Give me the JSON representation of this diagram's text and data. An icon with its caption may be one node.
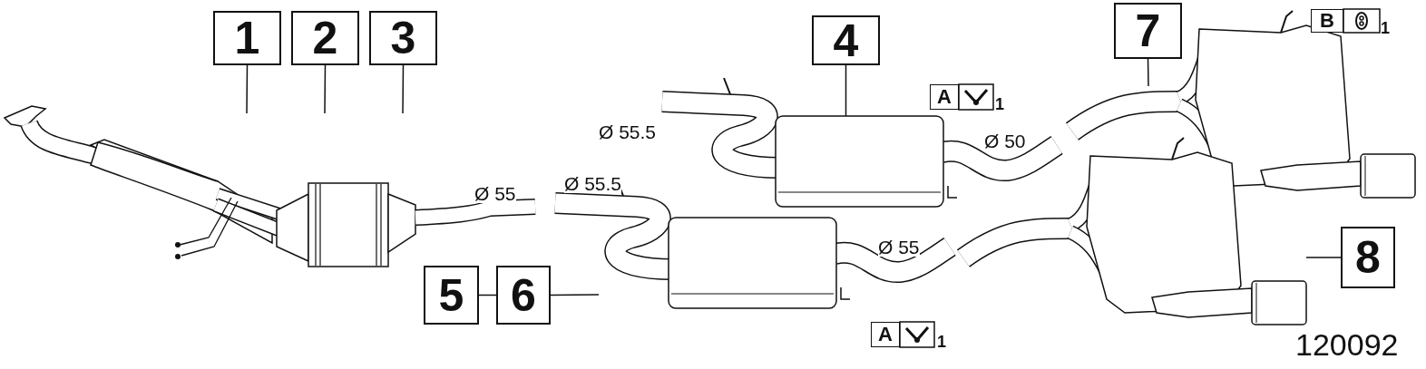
{
  "diagram": {
    "nodes": [
      {
        "text": [
          "1"
        ]
      },
      {
        "text": [
          "2"
        ]
      },
      {
        "text": [
          "3"
        ]
      },
      {
        "text": [
          "4"
        ]
      },
      {
        "text": [
          "5"
        ]
      },
      {
        "text": [
          "6"
        ]
      },
      {
        "text": [
          "7"
        ]
      },
      {
        "text": [
          "8"
        ]
      },
      {
        "text": [],
        "shape": "picture"
      },
      {
        "text": [],
        "shape": "picture"
      }
    ],
    "edges": [
      {
        "from": 0,
        "to": null,
        "arrow": "none"
      },
      {
        "from": 1,
        "to": null,
        "arrow": "none"
      },
      {
        "from": 2,
        "to": null,
        "arrow": "none"
      },
      {
        "from": 3,
        "to": 8,
        "arrow": "none"
      },
      {
        "from": 4,
        "to": 5,
        "arrow": "none"
      },
      {
        "from": 5,
        "to": null,
        "arrow": "none"
      },
      {
        "from": 6,
        "to": null,
        "arrow": "none"
      },
      {
        "from": 7,
        "to": 9,
        "arrow": "none"
      }
    ],
    "labels": [
      "B",
      "1",
      "A",
      "1",
      "Ø 55.5",
      "Ø 50",
      "Ø 55",
      "Ø 55.5",
      "Ø 55",
      "A",
      "1",
      "120092"
    ]
  }
}
